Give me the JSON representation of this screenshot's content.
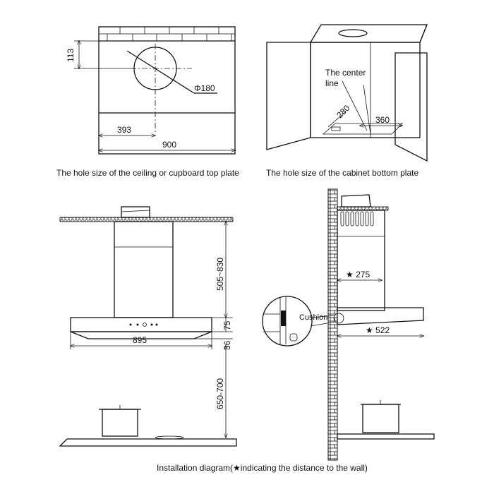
{
  "top_plate": {
    "dim_offset": "113",
    "dim_hole": "Φ180",
    "dim_center": "393",
    "dim_width": "900",
    "caption": "The hole size of the ceiling or cupboard top plate"
  },
  "cabinet": {
    "center_line_1": "The center",
    "center_line_2": "line",
    "dim_depth": "280",
    "dim_width": "360",
    "caption": "The hole size of the cabinet bottom plate"
  },
  "front_view": {
    "dim_chimney": "505~830",
    "dim_hood": "75",
    "dim_lip": "36",
    "dim_width": "895",
    "dim_clearance": "650-700"
  },
  "side_view": {
    "dim_chimney_depth": "★ 275",
    "dim_hood_depth": "★ 522",
    "cushion_label": "Cushion"
  },
  "caption": "Installation diagram(★indicating the distance to the wall)"
}
